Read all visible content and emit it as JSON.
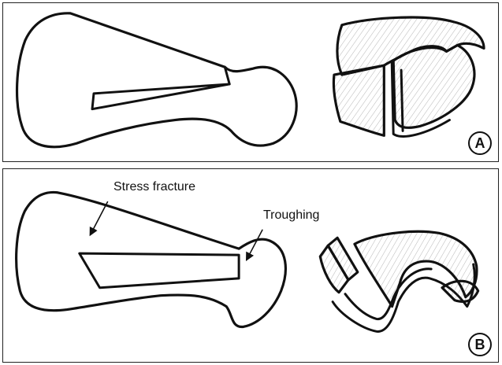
{
  "figure": {
    "panel_a": {
      "letter": "A"
    },
    "panel_b": {
      "letter": "B",
      "labels": {
        "stress_fracture": "Stress fracture",
        "troughing": "Troughing"
      }
    }
  }
}
